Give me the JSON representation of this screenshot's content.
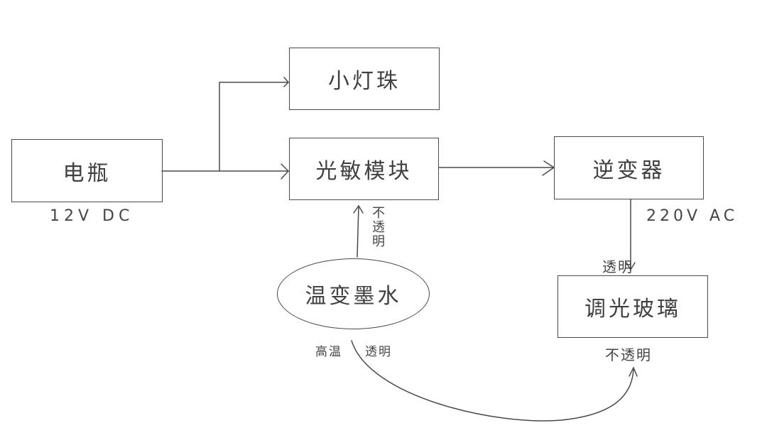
{
  "diagram": {
    "nodes": {
      "battery": {
        "label": "电瓶",
        "note": "12V DC"
      },
      "led": {
        "label": "小灯珠"
      },
      "photosensor": {
        "label": "光敏模块"
      },
      "inverter": {
        "label": "逆变器",
        "note": "220V AC"
      },
      "smart_glass": {
        "label": "调光玻璃",
        "top_note": "透明",
        "bottom_note": "不透明"
      },
      "thermo_ink": {
        "label": "温变墨水",
        "left_note": "高温",
        "right_note": "透明",
        "up_note": "不透明"
      }
    },
    "edges": [
      {
        "from": "battery",
        "to": "photosensor"
      },
      {
        "from": "battery",
        "to": "led"
      },
      {
        "from": "photosensor",
        "to": "inverter"
      },
      {
        "from": "inverter",
        "to": "smart_glass"
      },
      {
        "from": "thermo_ink",
        "to": "photosensor"
      },
      {
        "from": "thermo_ink",
        "to": "smart_glass"
      }
    ],
    "stroke_color": "#4a4a4a"
  }
}
